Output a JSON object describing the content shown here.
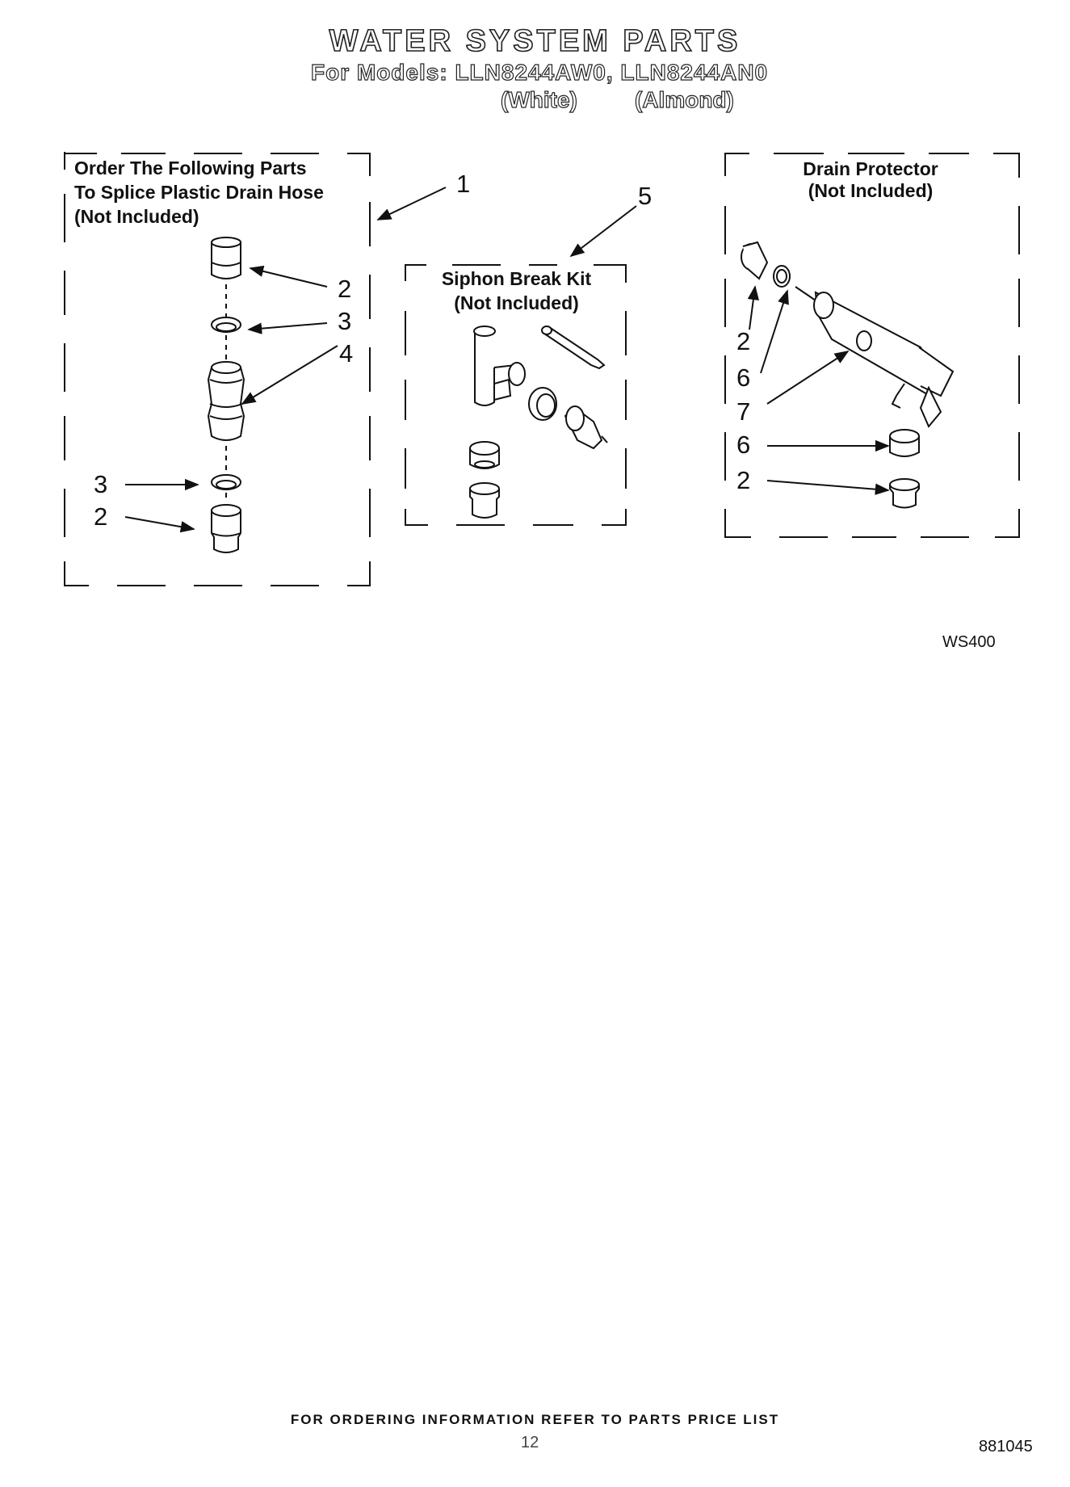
{
  "header": {
    "title": "WATER SYSTEM PARTS",
    "models_line": "For Models: LLN8244AW0, LLN8244AN0",
    "variant_white": "(White)",
    "variant_almond": "(Almond)"
  },
  "boxes": {
    "splice": {
      "line1": "Order The Following Parts",
      "line2": "To Splice Plastic Drain Hose",
      "line3": "(Not Included)"
    },
    "siphon": {
      "line1": "Siphon Break Kit",
      "line2": "(Not Included)"
    },
    "drain": {
      "line1": "Drain Protector",
      "line2": "(Not Included)"
    }
  },
  "callouts": {
    "c1": "1",
    "c5": "5",
    "left_2a": "2",
    "left_3a": "3",
    "left_4": "4",
    "left_3b": "3",
    "left_2b": "2",
    "right_2a": "2",
    "right_6a": "6",
    "right_7": "7",
    "right_6b": "6",
    "right_2b": "2"
  },
  "figure_ref": "WS400",
  "footer": {
    "ordering_note": "FOR ORDERING INFORMATION REFER TO PARTS PRICE LIST",
    "page_number": "12",
    "doc_number": "881045"
  }
}
